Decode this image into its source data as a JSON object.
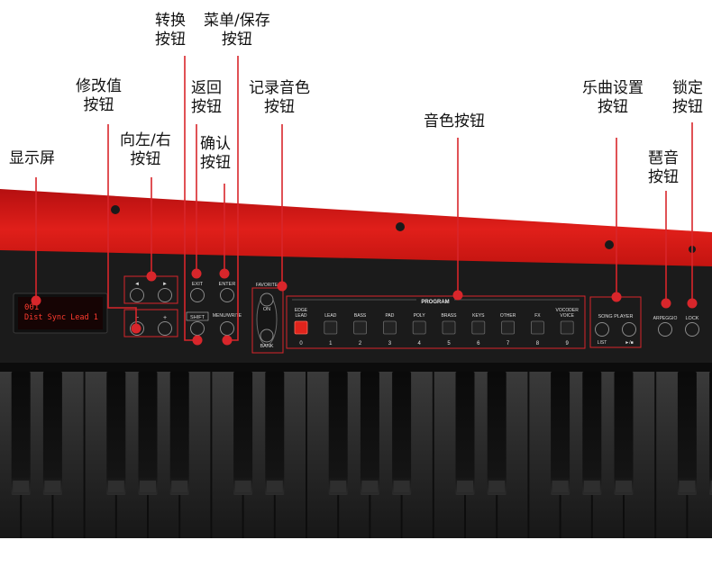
{
  "labels": {
    "display": [
      "显示屏"
    ],
    "value": [
      "修改值",
      "按钮"
    ],
    "leftright": [
      "向左/右",
      "按钮"
    ],
    "shift": [
      "转换",
      "按钮"
    ],
    "exit": [
      "返回",
      "按钮"
    ],
    "enter": [
      "确认",
      "按钮"
    ],
    "menu": [
      "菜单/保存",
      "按钮"
    ],
    "favorite": [
      "记录音色",
      "按钮"
    ],
    "program": [
      "音色按钮"
    ],
    "songplayer": [
      "乐曲设置",
      "按钮"
    ],
    "arpeggio": [
      "琶音",
      "按钮"
    ],
    "lock": [
      "锁定",
      "按钮"
    ]
  },
  "lcd": {
    "line1": "001",
    "line2": "Dist Sync Lead 1"
  },
  "panel": {
    "arrow_left": "◄",
    "arrow_right": "►",
    "minus": "−",
    "plus": "+",
    "exit": "EXIT",
    "shift": "SHIFT",
    "enter": "ENTER",
    "menu_write": "MENU/WRITE",
    "favorite": "FAVORITE",
    "on": "ON",
    "bank": "BANK",
    "program_title": "PROGRAM",
    "program_buttons": [
      {
        "name": "EDGE LEAD",
        "num": "0"
      },
      {
        "name": "LEAD",
        "num": "1"
      },
      {
        "name": "BASS",
        "num": "2"
      },
      {
        "name": "PAD",
        "num": "3"
      },
      {
        "name": "POLY",
        "num": "4"
      },
      {
        "name": "BRASS",
        "num": "5"
      },
      {
        "name": "KEYS",
        "num": "6"
      },
      {
        "name": "OTHER",
        "num": "7"
      },
      {
        "name": "FX",
        "num": "8"
      },
      {
        "name": "VOCODER VOICE",
        "num": "9"
      }
    ],
    "song_player": "SONG PLAYER",
    "list": "LIST",
    "play_stop": "►/■",
    "arpeggio": "ARPEGGIO",
    "lock": "LOCK"
  },
  "colors": {
    "body_red": "#d11a16",
    "panel_black": "#1a1a1a",
    "highlight_red": "#d8262b",
    "lcd_text": "#ff3b2f",
    "active_button": "#e0241c"
  }
}
